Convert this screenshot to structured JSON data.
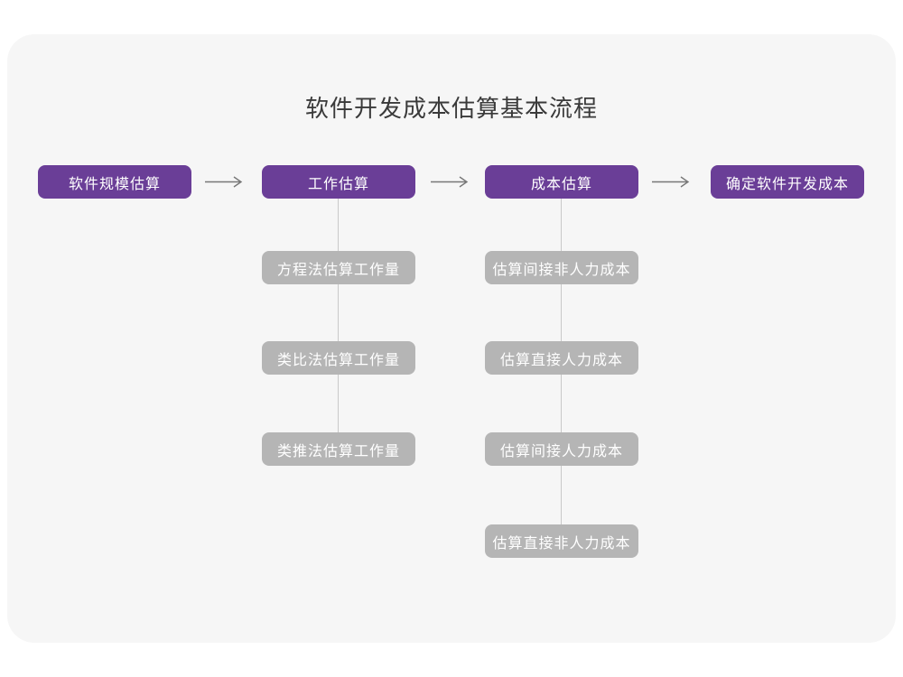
{
  "title": "软件开发成本估算基本流程",
  "colors": {
    "page_bg": "#ffffff",
    "card_bg": "#f6f6f6",
    "primary_box": "#6a3e97",
    "secondary_box": "#b5b5b5",
    "box_text": "#ffffff",
    "title_text": "#3a3a3a",
    "connector_line": "#c9c9c9",
    "arrow": "#777777"
  },
  "flow": {
    "main_steps": [
      {
        "label": "软件规模估算"
      },
      {
        "label": "工作估算"
      },
      {
        "label": "成本估算"
      },
      {
        "label": "确定软件开发成本"
      }
    ],
    "work_estimation_methods": [
      {
        "label": "方程法估算工作量"
      },
      {
        "label": "类比法估算工作量"
      },
      {
        "label": "类推法估算工作量"
      }
    ],
    "cost_estimation_steps": [
      {
        "label": "估算间接非人力成本"
      },
      {
        "label": "估算直接人力成本"
      },
      {
        "label": "估算间接人力成本"
      },
      {
        "label": "估算直接非人力成本"
      }
    ]
  }
}
